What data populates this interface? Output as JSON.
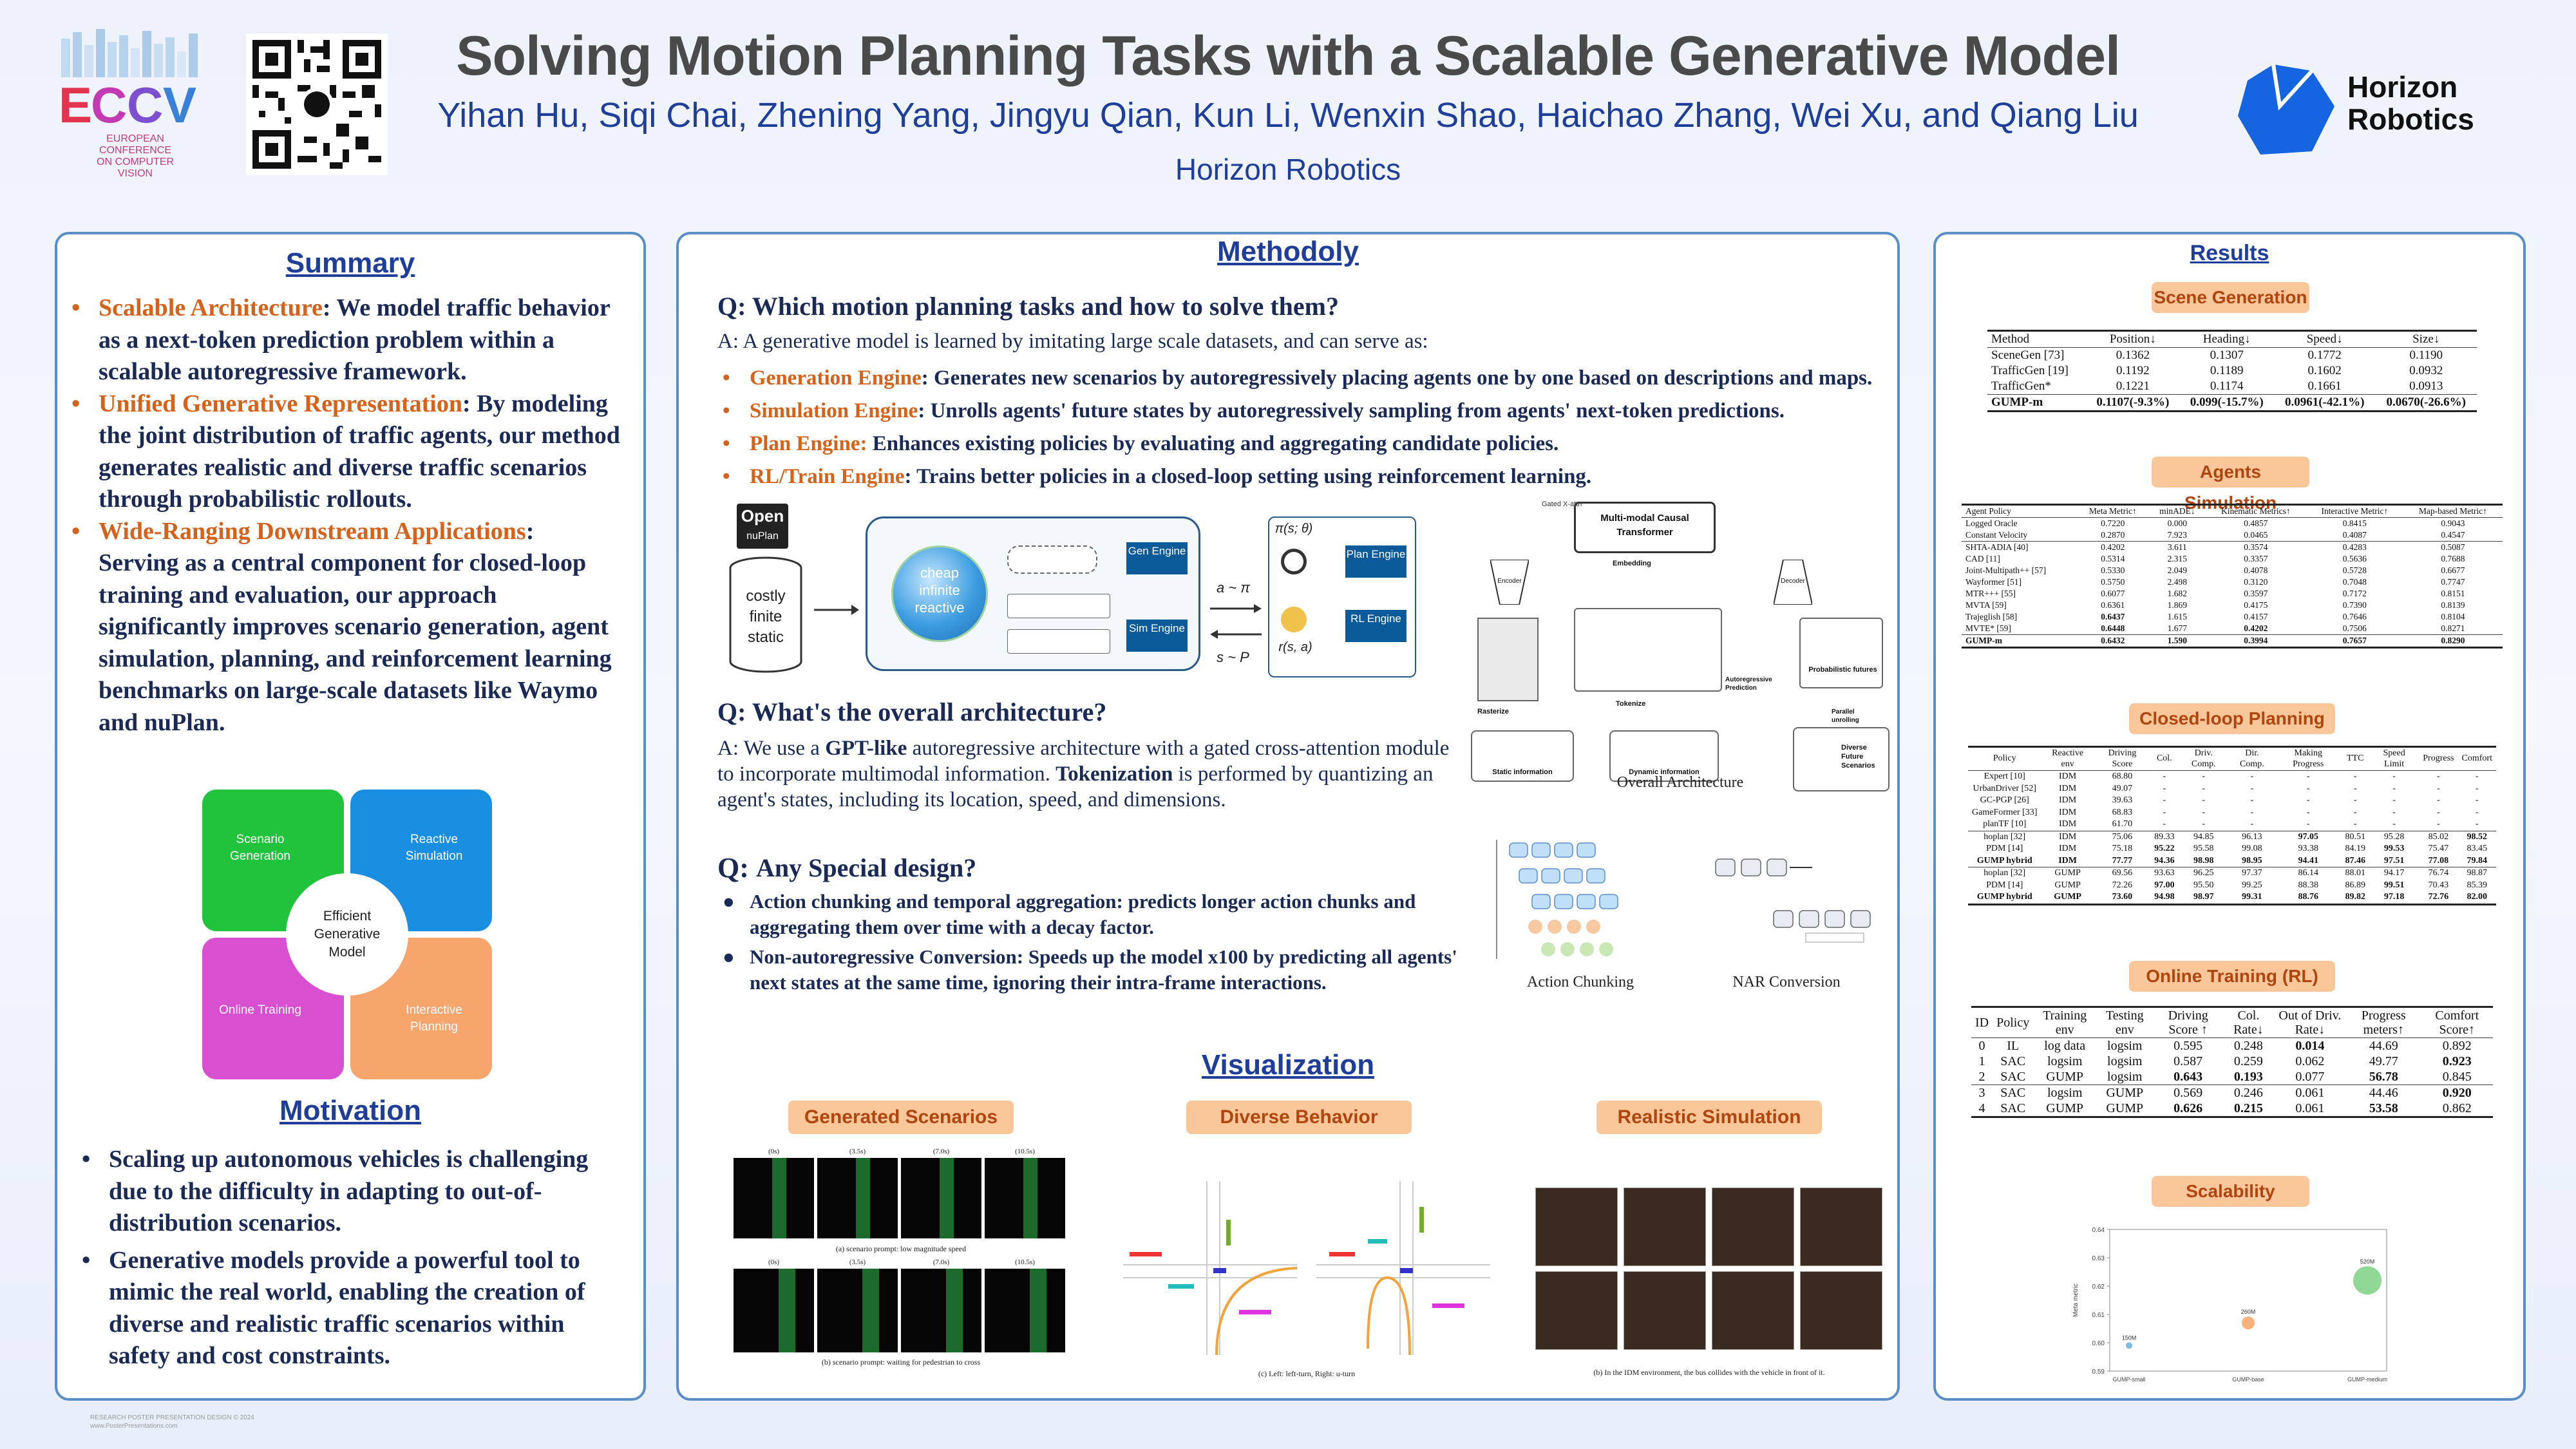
{
  "header": {
    "title": "Solving Motion Planning Tasks with a Scalable Generative Model",
    "authors": "Yihan Hu, Siqi Chai, Zhening Yang, Jingyu Qian, Kun Li, Wenxin Shao, Haichao Zhang, Wei Xu, and Qiang Liu",
    "affiliation": "Horizon Robotics",
    "eccv_text": [
      "EUROPEAN",
      "CONFERENCE",
      "ON COMPUTER",
      "VISION"
    ],
    "company_logo": "Horizon Robotics"
  },
  "summary": {
    "title": "Summary",
    "items": [
      {
        "bold": "Scalable Architecture",
        "text": ": We model traffic behavior as a next-token prediction problem within a scalable autoregressive framework."
      },
      {
        "bold": "Unified Generative Representation",
        "text": ": By modeling the joint distribution of traffic agents, our method generates realistic and diverse traffic scenarios through probabilistic rollouts."
      },
      {
        "bold": "Wide-Ranging Downstream Applications",
        "text": ": Serving as a central component for closed-loop training and evaluation, our approach significantly improves scenario generation, agent simulation, planning, and reinforcement learning benchmarks on large-scale datasets like Waymo and nuPlan."
      }
    ],
    "quad": {
      "tl": "Scenario Generation",
      "tr": "Reactive Simulation",
      "bl": "Online Training",
      "br": "Interactive Planning",
      "center": "Efficient Generative Model"
    }
  },
  "motivation": {
    "title": "Motivation",
    "items": [
      "Scaling up autonomous vehicles is challenging due to the difficulty in adapting to out-of-distribution scenarios.",
      "Generative models provide a powerful tool to mimic the real world, enabling the creation of diverse and realistic traffic scenarios within safety and cost constraints."
    ]
  },
  "methodology": {
    "title": "Methodoly",
    "q1": "Q: Which motion planning tasks and how to solve them?",
    "a1": "A: A generative model is learned by imitating large scale datasets, and can serve as:",
    "engines": [
      {
        "bold": "Generation Engine",
        "text": ": Generates new scenarios by autoregressively placing agents one by one based on descriptions and maps."
      },
      {
        "bold": "Simulation Engine",
        "text": ": Unrolls agents' future states by autoregressively sampling from agents' next-token predictions."
      },
      {
        "bold": "Plan Engine:",
        "text": " Enhances existing policies by evaluating and aggregating candidate policies."
      },
      {
        "bold": "RL/Train Engine",
        "text": ": Trains better policies in a closed-loop setting using reinforcement learning."
      }
    ],
    "fig1": {
      "open": "Open",
      "nuplan": "nuPlan",
      "cyl": [
        "costly",
        "finite",
        "static"
      ],
      "sphere": [
        "cheap",
        "infinite",
        "reactive"
      ],
      "gen": "Gen Engine",
      "sim": "Sim Engine",
      "plan": "Plan Engine",
      "rl": "RL Engine",
      "api": "a ~ π",
      "spp": "s ~ P",
      "pi": "π(s; θ)",
      "r": "r(s, a)"
    },
    "q2": "Q: What's the overall architecture?",
    "a2_pre": "A: We use a ",
    "a2_b1": "GPT-like",
    "a2_mid": " autoregressive architecture with a gated cross-attention module to incorporate multimodal information. ",
    "a2_b2": "Tokenization",
    "a2_post": " is performed by quantizing an agent's states, including its location, speed, and dimensions.",
    "arch": {
      "caption": "Overall Architecture",
      "mm": "Multi-modal Causal Transformer",
      "gated": "Gated X-attn",
      "encoder": "Encoder",
      "decoder": "Decoder",
      "embedding": "Embedding",
      "tokenize": "Tokenize",
      "rasterize": "Rasterize",
      "static": "Static information",
      "dynamic": "Dynamic information",
      "ar": "Autoregressive Prediction",
      "prob": "Probabilistic futures",
      "parallel": "Parallel unrolling",
      "diverse": "Diverse Future Scenarios"
    },
    "q3": "Any Special design?",
    "q3_prefix": "Q:",
    "designs": [
      {
        "bold": "Action chunking and temporal aggregation",
        "text": ": predicts longer action chunks and aggregating them over time with a decay factor."
      },
      {
        "bold": "Non-autoregressive Conversion",
        "text": ": Speeds up the model x100 by predicting all agents' next states at the same time, ignoring their intra-frame interactions."
      }
    ],
    "cap_ac": "Action Chunking",
    "cap_nar": "NAR Conversion"
  },
  "visualization": {
    "title": "Visualization",
    "pills": [
      "Generated Scenarios",
      "Diverse Behavior",
      "Realistic Simulation"
    ],
    "gen_cap1": "(a) scenario prompt: low magnitude speed",
    "gen_cap2": "(b) scenario prompt: waiting for pedestrian to cross",
    "div_cap": "(c) Left: left-turn, Right: u-turn",
    "sim_cap": "(b) In the IDM environment, the bus collides with the vehicle in front of it.",
    "frame_labels": [
      "(0s)",
      "(3.5s)",
      "(7.0s)",
      "(10.5s)"
    ]
  },
  "results": {
    "title": "Results",
    "scene_gen": {
      "label": "Scene Generation",
      "headers": [
        "Method",
        "Position↓",
        "Heading↓",
        "Speed↓",
        "Size↓"
      ],
      "rows": [
        [
          "SceneGen [73]",
          "0.1362",
          "0.1307",
          "0.1772",
          "0.1190"
        ],
        [
          "TrafficGen [19]",
          "0.1192",
          "0.1189",
          "0.1602",
          "0.0932"
        ],
        [
          "TrafficGen*",
          "0.1221",
          "0.1174",
          "0.1661",
          "0.0913"
        ]
      ],
      "best": [
        "GUMP-m",
        "0.1107(-9.3%)",
        "0.099(-15.7%)",
        "0.0961(-42.1%)",
        "0.0670(-26.6%)"
      ]
    },
    "agents_sim": {
      "label": "Agents Simulation",
      "headers": [
        "Agent Policy",
        "Meta Metric↑",
        "minADE↓",
        "Kinematic Metrics↑",
        "Interactive Metric↑",
        "Map-based Metric↑"
      ],
      "rows": [
        [
          "Logged Oracle",
          "0.7220",
          "0.000",
          "0.4857",
          "0.8415",
          "0.9043"
        ],
        [
          "Constant Velocity",
          "0.2870",
          "7.923",
          "0.0465",
          "0.4087",
          "0.4547"
        ],
        [
          "SHTA-ADIA [40]",
          "0.4202",
          "3.611",
          "0.3574",
          "0.4283",
          "0.5087"
        ],
        [
          "CAD [11]",
          "0.5314",
          "2.315",
          "0.3357",
          "0.5636",
          "0.7688"
        ],
        [
          "Joint-Multipath++ [57]",
          "0.5330",
          "2.049",
          "0.4078",
          "0.5728",
          "0.6677"
        ],
        [
          "Wayformer [51]",
          "0.5750",
          "2.498",
          "0.3120",
          "0.7048",
          "0.7747"
        ],
        [
          "MTR+++ [55]",
          "0.6077",
          "1.682",
          "0.3597",
          "0.7172",
          "0.8151"
        ],
        [
          "MVTA [59]",
          "0.6361",
          "1.869",
          "0.4175",
          "0.7390",
          "0.8139"
        ],
        [
          "Trajeglish [58]",
          "0.6437",
          "1.615",
          "0.4157",
          "0.7646",
          "0.8104"
        ],
        [
          "MVTE* [59]",
          "0.6448",
          "1.677",
          "0.4202",
          "0.7506",
          "0.8271"
        ],
        [
          "GUMP-m",
          "0.6432",
          "1.590",
          "0.3994",
          "0.7657",
          "0.8290"
        ]
      ]
    },
    "closed_loop": {
      "label": "Closed-loop Planning",
      "headers": [
        "Policy",
        "Reactive env",
        "Driving Score",
        "Col.",
        "Driv. Comp.",
        "Dir. Comp.",
        "Making Progress",
        "TTC",
        "Speed Limit",
        "Progress",
        "Comfort"
      ],
      "rows": [
        [
          "Expert [10]",
          "IDM",
          "68.80",
          "-",
          "-",
          "-",
          "-",
          "-",
          "-",
          "-",
          "-"
        ],
        [
          "UrbanDriver [52]",
          "IDM",
          "49.07",
          "-",
          "-",
          "-",
          "-",
          "-",
          "-",
          "-",
          "-"
        ],
        [
          "GC-PGP [26]",
          "IDM",
          "39.63",
          "-",
          "-",
          "-",
          "-",
          "-",
          "-",
          "-",
          "-"
        ],
        [
          "GameFormer [33]",
          "IDM",
          "68.83",
          "-",
          "-",
          "-",
          "-",
          "-",
          "-",
          "-",
          "-"
        ],
        [
          "planTF [10]",
          "IDM",
          "61.70",
          "-",
          "-",
          "-",
          "-",
          "-",
          "-",
          "-",
          "-"
        ],
        [
          "hoplan [32]",
          "IDM",
          "75.06",
          "89.33",
          "94.85",
          "96.13",
          "97.05",
          "80.51",
          "95.28",
          "85.02",
          "98.52"
        ],
        [
          "PDM [14]",
          "IDM",
          "75.18",
          "95.22",
          "95.58",
          "99.08",
          "93.38",
          "84.19",
          "99.53",
          "75.47",
          "83.45"
        ],
        [
          "GUMP hybrid",
          "IDM",
          "77.77",
          "94.36",
          "98.98",
          "98.95",
          "94.41",
          "87.46",
          "97.51",
          "77.08",
          "79.84"
        ],
        [
          "hoplan [32]",
          "GUMP",
          "69.56",
          "93.63",
          "96.25",
          "97.37",
          "86.14",
          "88.01",
          "94.17",
          "76.74",
          "98.87"
        ],
        [
          "PDM [14]",
          "GUMP",
          "72.26",
          "97.00",
          "95.50",
          "99.25",
          "88.38",
          "86.89",
          "99.51",
          "70.43",
          "85.39"
        ],
        [
          "GUMP hybrid",
          "GUMP",
          "73.60",
          "94.98",
          "98.97",
          "99.31",
          "88.76",
          "89.82",
          "97.18",
          "72.76",
          "82.00"
        ]
      ]
    },
    "online_rl": {
      "label": "Online Training (RL)",
      "headers": [
        "ID",
        "Policy",
        "Training env",
        "Testing env",
        "Driving Score ↑",
        "Col. Rate↓",
        "Out of Driv. Rate↓",
        "Progress meters↑",
        "Comfort Score↑"
      ],
      "rows": [
        [
          "0",
          "IL",
          "log data",
          "logsim",
          "0.595",
          "0.248",
          "0.014",
          "44.69",
          "0.892"
        ],
        [
          "1",
          "SAC",
          "logsim",
          "logsim",
          "0.587",
          "0.259",
          "0.062",
          "49.77",
          "0.923"
        ],
        [
          "2",
          "SAC",
          "GUMP",
          "logsim",
          "0.643",
          "0.193",
          "0.077",
          "56.78",
          "0.845"
        ],
        [
          "3",
          "SAC",
          "logsim",
          "GUMP",
          "0.569",
          "0.246",
          "0.061",
          "44.46",
          "0.920"
        ],
        [
          "4",
          "SAC",
          "GUMP",
          "GUMP",
          "0.626",
          "0.215",
          "0.061",
          "53.58",
          "0.862"
        ]
      ]
    },
    "scalability": {
      "label": "Scalability",
      "ylabel": "Meta metric",
      "yticks": [
        "0.64",
        "0.63",
        "0.62",
        "0.61",
        "0.60",
        "0.59"
      ],
      "points": [
        {
          "name": "GUMP-small",
          "params": "150M",
          "y": 0.599,
          "color": "#6aaed6"
        },
        {
          "name": "GUMP-base",
          "params": "260M",
          "y": 0.607,
          "color": "#f4a460"
        },
        {
          "name": "GUMP-medium",
          "params": "520M",
          "y": 0.622,
          "color": "#7dcf82"
        }
      ]
    }
  },
  "footer": {
    "line1": "RESEARCH POSTER PRESENTATION DESIGN © 2024",
    "line2": "www.PosterPresentations.com"
  },
  "colors": {
    "accent": "#1f3e99",
    "orange": "#d4621b",
    "border": "#5b8ec7",
    "pill": "#f9c79a"
  }
}
